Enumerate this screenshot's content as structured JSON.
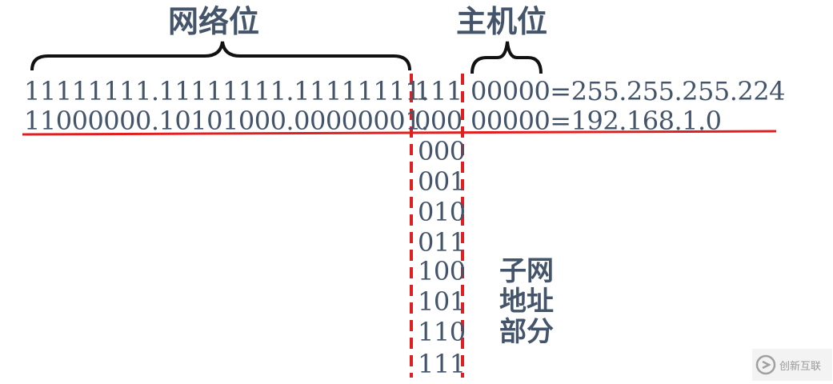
{
  "headings": {
    "network": "网络位",
    "host": "主机位"
  },
  "mask_row": {
    "network_part": "11111111.11111111.11111111.",
    "subnet_part": "111",
    "host_part": "00000=255.255.255.224"
  },
  "ip_row": {
    "network_part": "11000000.10101000.00000001.",
    "subnet_part": "000",
    "host_part": "00000=192.168.1.0"
  },
  "subnet_combinations": [
    "000",
    "001",
    "010",
    "011",
    "100",
    "101",
    "110",
    "111"
  ],
  "subnet_label": [
    "子网",
    "地址",
    "部分"
  ],
  "watermark": {
    "text": "创新互联"
  },
  "colors": {
    "text": "#44546a",
    "red_line": "#e02020",
    "brace": "#111111"
  }
}
